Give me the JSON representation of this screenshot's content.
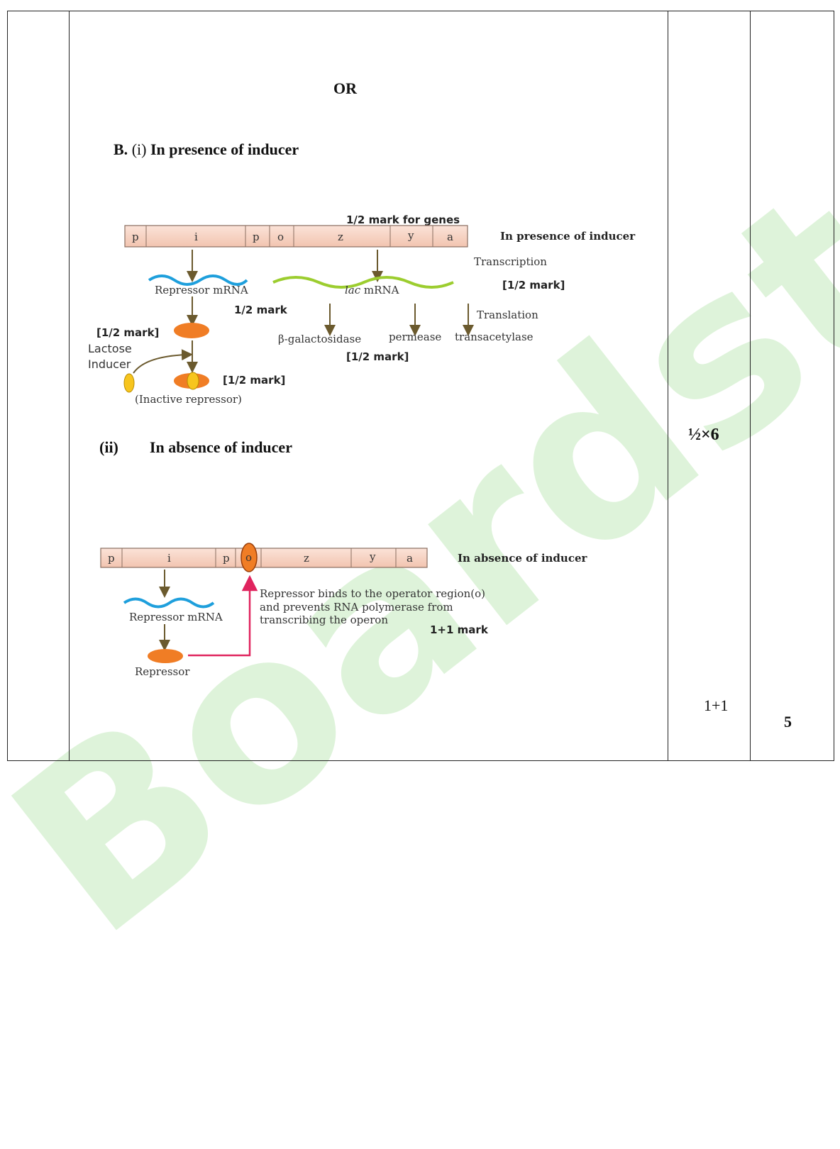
{
  "watermark": "Boardstudy",
  "or_label": "OR",
  "section_b": {
    "letter": "B.",
    "part": "(i)",
    "title": "In presence of inducer"
  },
  "diagram1": {
    "genes": [
      "p",
      "i",
      "p",
      "o",
      "z",
      "y",
      "a"
    ],
    "genes_mark": "1/2 mark for genes",
    "heading": "In presence of inducer",
    "transcription": "Transcription",
    "transcription_mark": "[1/2 mark]",
    "repressor_mrna": "Repressor mRNA",
    "lac_mrna_italic": "lac",
    "lac_mrna_rest": " mRNA",
    "half_mark": "1/2 mark",
    "translation": "Translation",
    "left_mark": "[1/2 mark]",
    "lactose": "Lactose",
    "inducer": "Inducer",
    "enzymes": [
      "β-galactosidase",
      "permease",
      "transacetylase"
    ],
    "enzymes_mark": "[1/2 mark]",
    "inactive_mark": "[1/2 mark]",
    "inactive_repressor": "(Inactive repressor)"
  },
  "section_ii": {
    "label": "(ii)",
    "title": "In absence of inducer"
  },
  "diagram2": {
    "genes": [
      "p",
      "i",
      "p",
      "o",
      "z",
      "y",
      "a"
    ],
    "heading": "In absence of inducer",
    "repressor_mrna": "Repressor mRNA",
    "repressor": "Repressor",
    "note_lines": [
      "Repressor binds to the operator region(o)",
      "and prevents RNA polymerase from",
      "transcribing the operon"
    ],
    "mark": "1+1 mark"
  },
  "marks_column": {
    "half_x6": "½×6",
    "one_plus_one": "1+1"
  },
  "total_column": {
    "total": "5"
  },
  "colors": {
    "watermark": "#d9f2d4",
    "gene_box": "#f6d2c2",
    "repressor": "#f07d25",
    "inducer": "#f7c51e",
    "arrow": "#6b5a2e",
    "mrna_blue": "#1e9fdc",
    "mrna_green": "#9ccd2f",
    "pink_arrow": "#e0245e"
  }
}
